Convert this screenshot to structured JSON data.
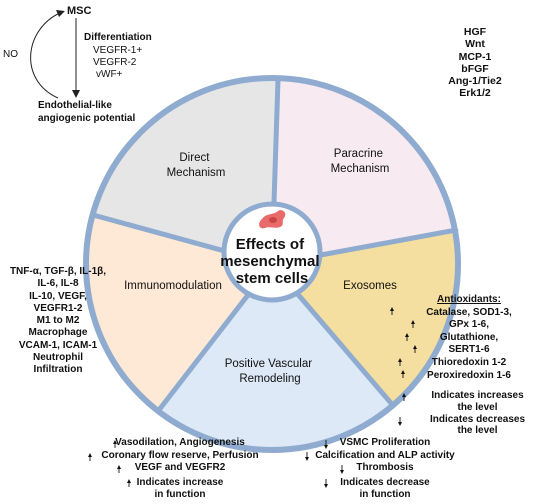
{
  "top_left": {
    "msc": "MSC",
    "no": "NO",
    "differentiation_title": "Differentiation",
    "differentiation_items": [
      "VEGFR-1+",
      "VEGFR-2",
      "vWF+"
    ],
    "endothelial_line1": "Endothelial-like",
    "endothelial_line2": "angiogenic potential"
  },
  "paracrine_factors": [
    "HGF",
    "Wnt",
    "MCP-1",
    "bFGF",
    "Ang-1/Tie2",
    "Erk1/2"
  ],
  "immuno_factors": [
    "TNF-α, TGF-β, IL-1β,",
    "IL-6, IL-8",
    "IL-10, VEGF,",
    "VEGFR1-2",
    "M1 to M2",
    "Macrophage",
    "VCAM-1, ICAM-1",
    "Neutrophil",
    "Infiltration"
  ],
  "antioxidants": {
    "title": "Antioxidants:",
    "items": [
      "Catalase, SOD1-3,",
      "GPx 1-6,",
      "Glutathione,",
      "SERT1-6",
      "Thioredoxin 1-2",
      "Peroxiredoxin 1-6"
    ]
  },
  "legend_right": {
    "increase_line1": "Indicates increases",
    "increase_line2": "the level",
    "decrease_line1": "Indicates decreases",
    "decrease_line2": "the level"
  },
  "bottom_left": {
    "items": [
      "Vasodilation, Angiogenesis",
      "Coronary flow reserve, Perfusion",
      "VEGF and VEGFR2"
    ],
    "note_line1": "Indicates increase",
    "note_line2": "in function"
  },
  "bottom_right": {
    "items": [
      "VSMC Proliferation",
      "Calcification and ALP activity",
      "Thrombosis"
    ],
    "note_line1": "Indicates decrease",
    "note_line2": "in function"
  },
  "wheel": {
    "direct": [
      "Direct",
      "Mechanism"
    ],
    "paracrine": [
      "Paracrine",
      "Mechanism"
    ],
    "exosomes": "Exosomes",
    "remodeling": [
      "Positive Vascular",
      "Remodeling"
    ],
    "immunomodulation": "Immunomodulation",
    "center": [
      "Effects of",
      "mesenchymal",
      "stem cells"
    ]
  },
  "colors": {
    "ring": "#8fabcf",
    "direct": "#e6e6e6",
    "paracrine": "#f7eaf0",
    "exosomes": "#f5dfa0",
    "remodeling": "#dde9f6",
    "immunomodulation": "#fde9d6",
    "cell": "#e96a6a"
  }
}
